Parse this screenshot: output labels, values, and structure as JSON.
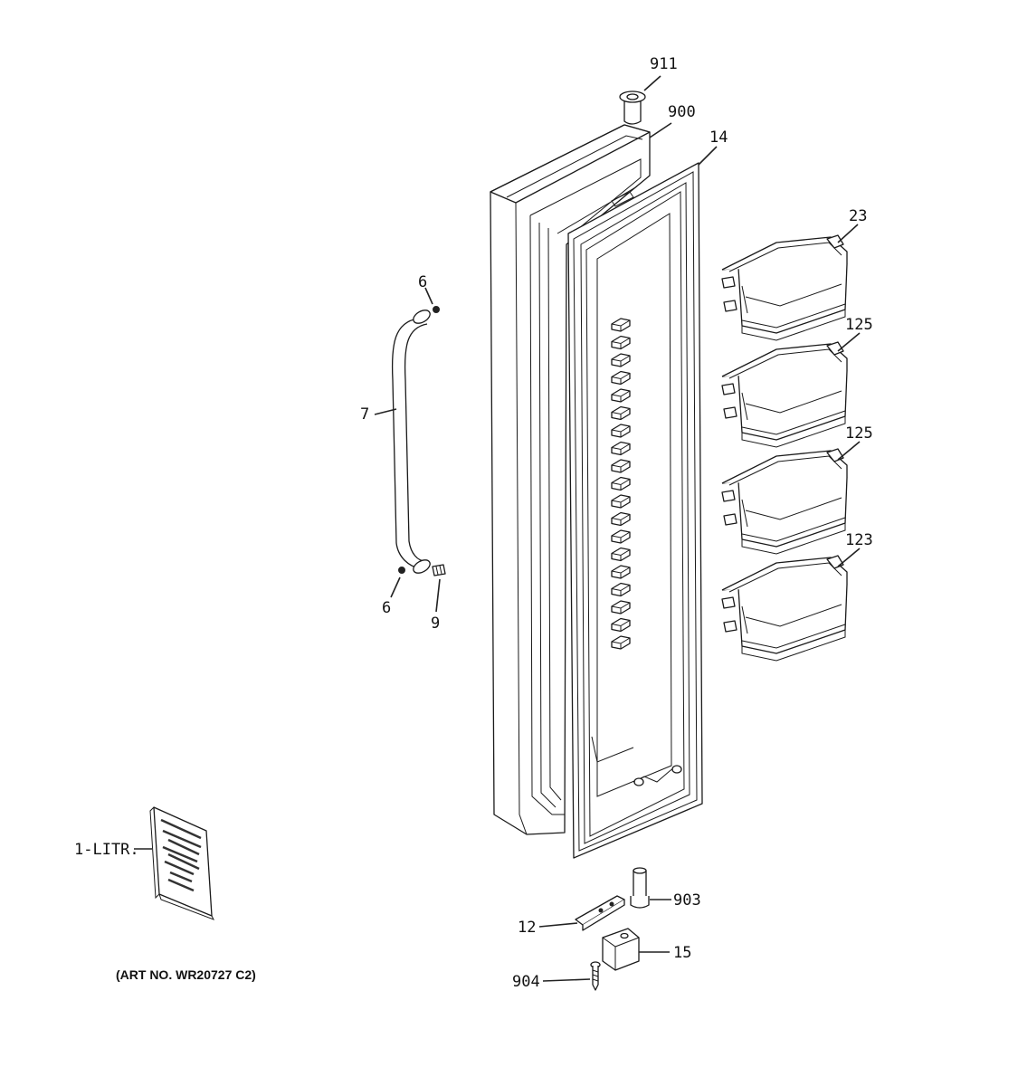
{
  "callouts": {
    "p911": "911",
    "p900": "900",
    "p14": "14",
    "p23": "23",
    "p125a": "125",
    "p125b": "125",
    "p123": "123",
    "p6top": "6",
    "p7": "7",
    "p6bottom": "6",
    "p9": "9",
    "p1": "1-LITR.",
    "p903": "903",
    "p12": "12",
    "p15": "15",
    "p904": "904"
  },
  "art_number": "(ART NO. WR20727 C2)"
}
